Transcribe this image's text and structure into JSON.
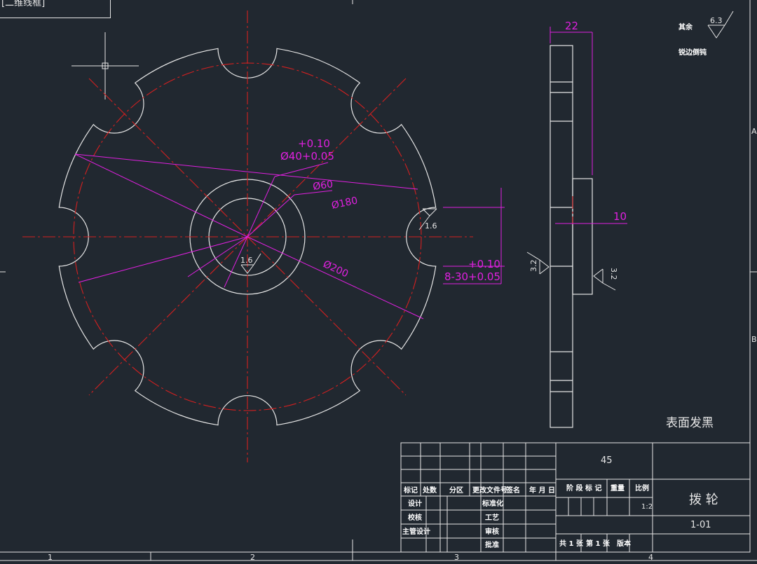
{
  "viewport_label": "[二维线框]",
  "colors": {
    "background": "#212830",
    "outline": "#e6e6e6",
    "centerline": "#d42020",
    "dimension": "#e020e0"
  },
  "dimensions": {
    "tol_upper_bore": "+0.10",
    "bore": "Ø40+0.05",
    "hub": "Ø60",
    "pitch_circle": "Ø180",
    "outer": "Ø200",
    "slot_tol_upper": "+0.10",
    "slot": "8-30+0.05",
    "width": "22",
    "hub_offset": "10"
  },
  "roughness": {
    "slot": "1.6",
    "bore": "1.6",
    "face_left": "3.2",
    "face_right": "3.2",
    "general": "6.3",
    "general_prefix": "其余"
  },
  "notes": {
    "deburr": "锐边倒钝",
    "surface_treatment": "表面发黑"
  },
  "zone_letters": [
    "A",
    "B"
  ],
  "zone_numbers": [
    "1",
    "2",
    "3",
    "4"
  ],
  "title_block": {
    "material": "45",
    "part_name": "拨 轮",
    "drawing_no": "1-01",
    "scale": "1:2",
    "headers": [
      "标记",
      "处数",
      "分区",
      "更改文件号",
      "签名",
      "年 月 日"
    ],
    "stage_mark": "阶 段 标 记",
    "weight": "重量",
    "scale_label": "比例",
    "design": "设计",
    "check": "校核",
    "chief_design": "主管设计",
    "standardization": "标准化",
    "process": "工艺",
    "review": "审核",
    "approve": "批准",
    "sheets_total": "共 1 张",
    "sheet_no": "第 1 张",
    "version": "版本"
  }
}
